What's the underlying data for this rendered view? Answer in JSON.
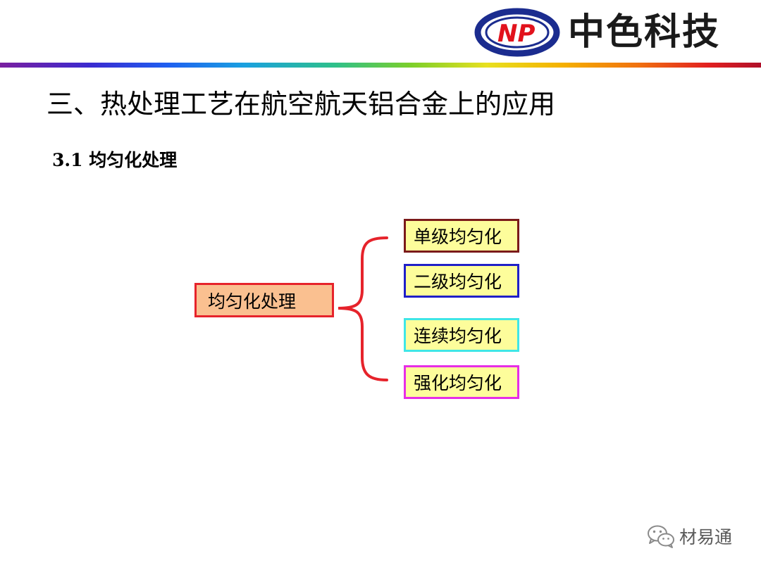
{
  "header": {
    "logo_mark": "NP",
    "brand_name": "中色科技",
    "colors": {
      "logo_blue": "#1b2c8f",
      "logo_red": "#e2121c",
      "rainbow_start": "#7a1fa0",
      "rainbow_end": "#b0102a"
    }
  },
  "slide": {
    "title": "三、热处理工艺在航空航天铝合金上的应用",
    "section_heading": "3.1 均匀化处理"
  },
  "diagram": {
    "root": {
      "label": "均匀化处理",
      "fill": "#fac090",
      "border": "#e6232b"
    },
    "brace_color": "#e6232b",
    "branches": [
      {
        "label": "单级均匀化",
        "fill": "#fdfd9b",
        "border": "#7b1a1a"
      },
      {
        "label": "二级均匀化",
        "fill": "#fdfd9b",
        "border": "#1f1fc8"
      },
      {
        "label": "连续均匀化",
        "fill": "#fdfd9b",
        "border": "#3fe6e6"
      },
      {
        "label": "强化均匀化",
        "fill": "#fdfd9b",
        "border": "#e62ee6"
      }
    ]
  },
  "watermark": {
    "icon": "wechat-icon",
    "text": "材易通"
  }
}
